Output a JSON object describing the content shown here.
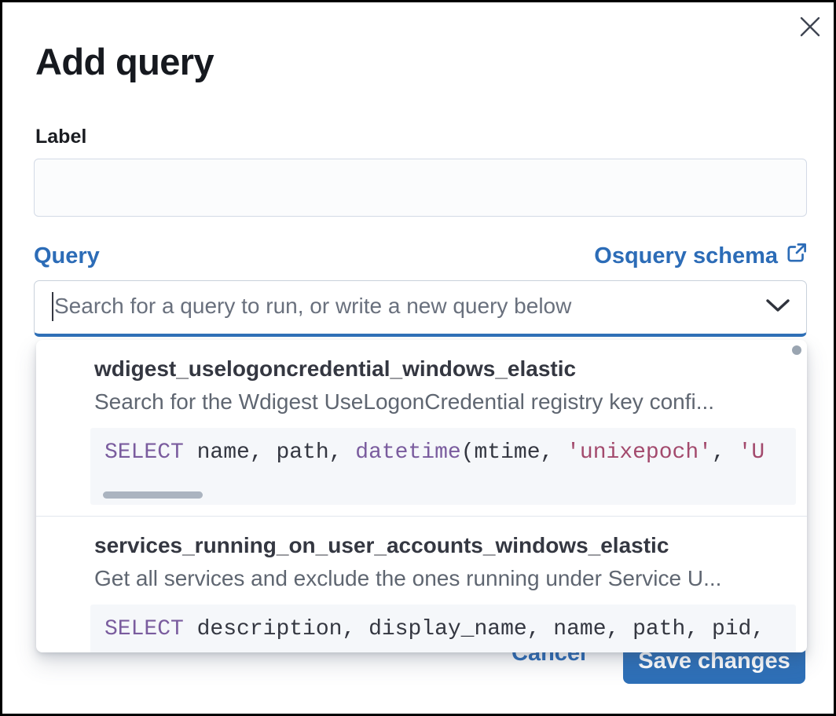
{
  "modal": {
    "title": "Add query"
  },
  "label_field": {
    "label": "Label",
    "value": ""
  },
  "query_field": {
    "label": "Query",
    "schema_link_label": "Osquery schema",
    "combobox_placeholder": "Search for a query to run, or write a new query below"
  },
  "dropdown": {
    "options": [
      {
        "title": "wdigest_uselogoncredential_windows_elastic",
        "description": "Search for the Wdigest UseLogonCredential registry key confi...",
        "code": {
          "kw1": "SELECT",
          "plain1": " name, path, ",
          "kw2": "datetime",
          "plain2": "(mtime, ",
          "str1": "'unixepoch'",
          "plain3": ", ",
          "str2": "'U"
        }
      },
      {
        "title": "services_running_on_user_accounts_windows_elastic",
        "description": "Get all services and exclude the ones running under Service U...",
        "code": {
          "kw1": "SELECT",
          "plain1": " description, display_name, name, path, pid,"
        }
      }
    ]
  },
  "footer": {
    "cancel_label": "Cancel",
    "save_label": "Save changes"
  },
  "colors": {
    "primary_blue": "#2c6cb7",
    "focus_underline": "#2f70b8",
    "save_button_bg": "#2e70b8",
    "code_keyword": "#7a5c9e",
    "code_string": "#a34a6d",
    "code_background": "#f5f7fa",
    "text_dark": "#343741",
    "text_muted": "#5f6671"
  }
}
